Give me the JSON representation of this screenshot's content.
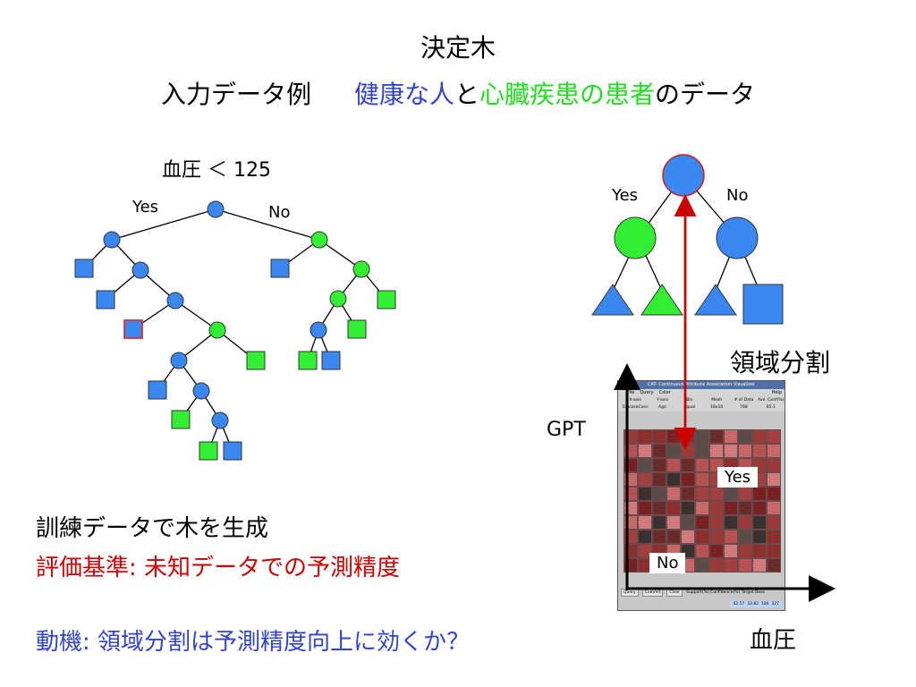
{
  "title": "決定木",
  "subtitle": {
    "prefix": "入力データ例",
    "healthy": "健康な人",
    "and": "と",
    "patients": "心臓疾患の患者",
    "suffix": "のデータ"
  },
  "left_tree": {
    "root_condition": "血圧 ＜ 125",
    "yes_label": "Yes",
    "no_label": "No"
  },
  "right_tree": {
    "yes_label": "Yes",
    "no_label": "No",
    "segmentation_title": "領域分割"
  },
  "plot": {
    "y_axis_label": "GPT",
    "x_axis_label": "血圧",
    "yes_region_label": "Yes",
    "no_region_label": "No",
    "window": {
      "title": "CAT: Continuous Attribute Association Visualizer",
      "menu": [
        "File",
        "Query",
        "Color"
      ],
      "help": "Help",
      "headers": [
        "X-axis",
        "Y-axis",
        "Bin",
        "Mesh",
        "# of Data",
        "Ave. Conf(%)"
      ],
      "values": [
        "GlucoseConc",
        "Age",
        "Equal",
        "16x16",
        "768",
        "65.1"
      ],
      "buttons": [
        "Query",
        "Commit",
        "Clear"
      ],
      "stats_headers": [
        "Support(%)",
        "Confidence(%)",
        "Target",
        "Base"
      ],
      "stats_values": [
        "42.57",
        "33.82",
        "100",
        "327"
      ]
    }
  },
  "text_lines": {
    "train": "訓練データで木を生成",
    "eval": "評価基準: 未知データでの予測精度",
    "motivation": "動機: 領域分割は予測精度向上に効くか？"
  },
  "colors": {
    "blue_node": "#3b87f0",
    "green_node": "#33ee33",
    "red_accent": "#cc0000",
    "text_blue": "#3344cc",
    "text_green": "#22dd22"
  }
}
